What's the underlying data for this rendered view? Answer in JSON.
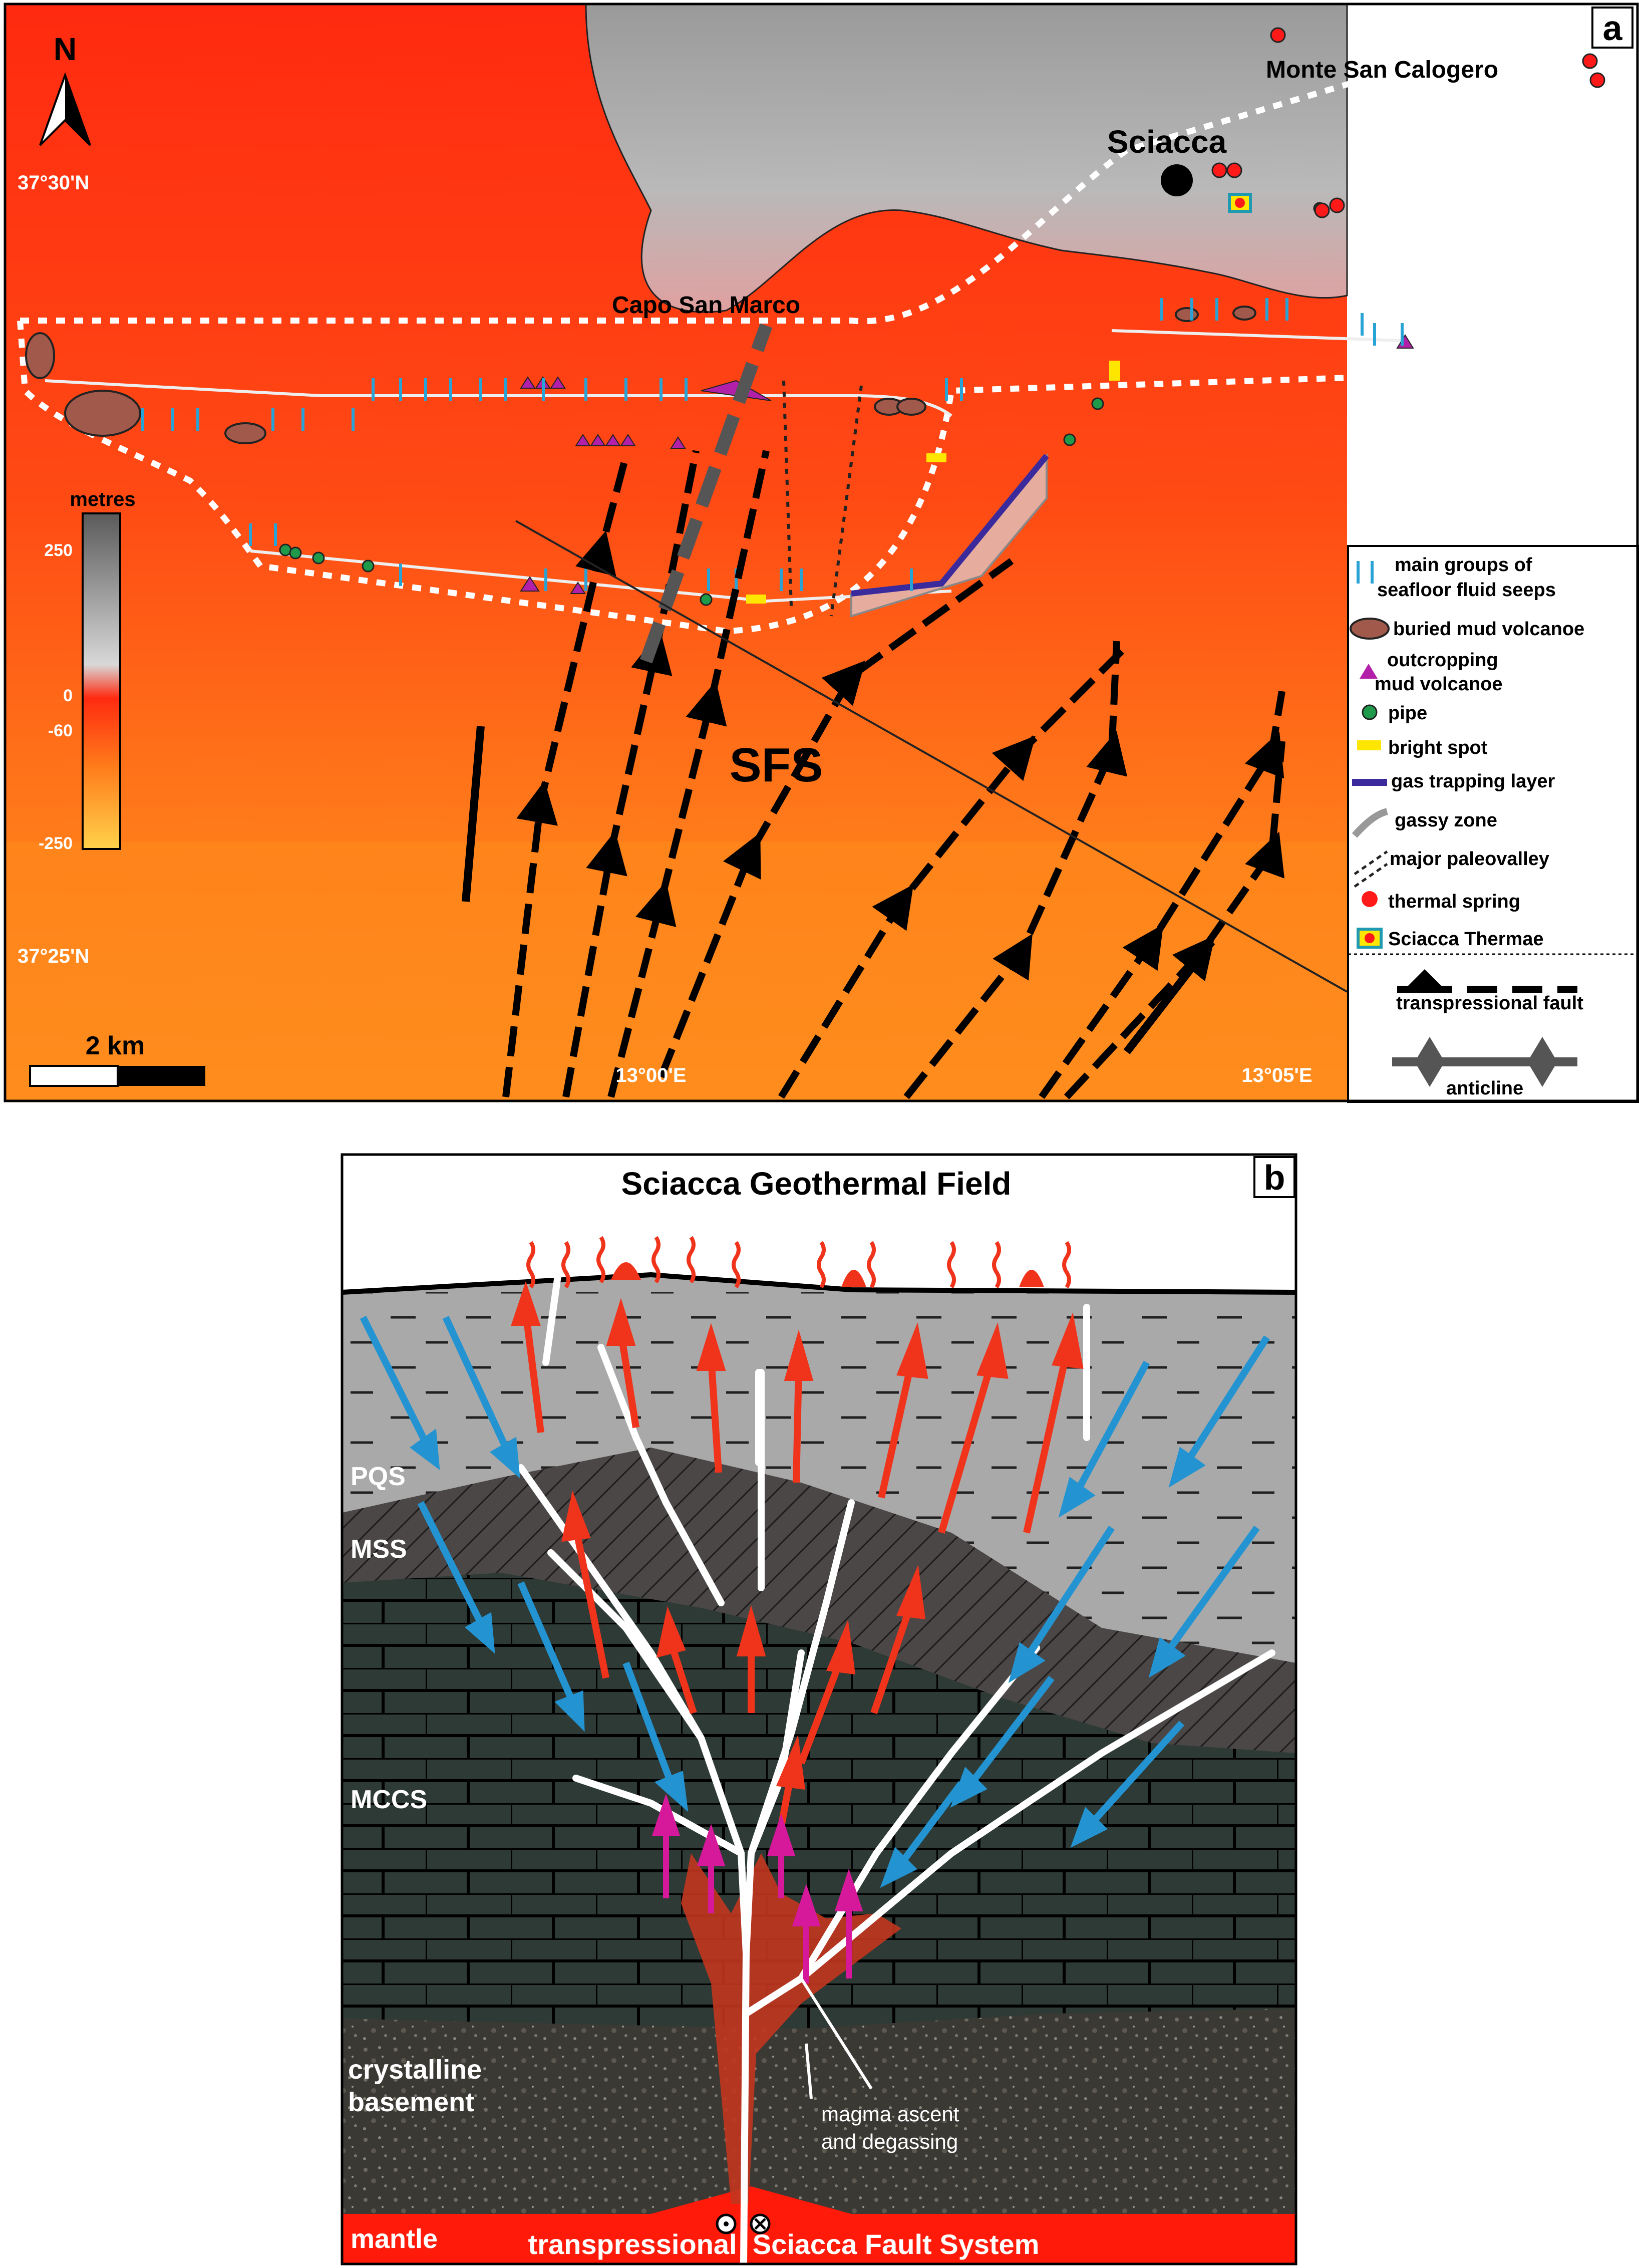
{
  "panel_a": {
    "panel_letter": "a",
    "north_letter": "N",
    "lat_labels": [
      "37°30'N",
      "37°25'N"
    ],
    "lon_labels": [
      "13°00'E",
      "13°05'E"
    ],
    "place_names": {
      "town": "Sciacca",
      "mountain": "Monte San Calogero",
      "cape": "Capo San Marco",
      "fault_system": "SFS"
    },
    "scale_bar": {
      "label": "2 km"
    },
    "depth_scale": {
      "title": "metres",
      "ticks": [
        "250",
        "0",
        "-60",
        "-250"
      ]
    },
    "legend": [
      {
        "symbol": "seep-arrows",
        "text_1": "main groups of",
        "text_2": "seafloor fluid seeps"
      },
      {
        "symbol": "buried-mud-volcano",
        "text_1": "buried mud volcanoe"
      },
      {
        "symbol": "outcropping-mud-volcano",
        "text_1": "outcropping",
        "text_2": "mud volcanoe"
      },
      {
        "symbol": "pipe",
        "text_1": "pipe"
      },
      {
        "symbol": "bright-spot",
        "text_1": "bright spot"
      },
      {
        "symbol": "gas-trapping-layer",
        "text_1": "gas trapping layer"
      },
      {
        "symbol": "gassy-zone",
        "text_1": "gassy zone"
      },
      {
        "symbol": "paleovalley",
        "text_1": "major paleovalley"
      },
      {
        "symbol": "thermal-spring",
        "text_1": "thermal spring"
      },
      {
        "symbol": "sciacca-thermae",
        "text_1": "Sciacca Thermae"
      }
    ],
    "legend_faults": {
      "fault_label": "transpressional fault",
      "anticline_label": "anticline"
    },
    "colors": {
      "sea_red": "#ff2a12",
      "sea_orange": "#ff8a1c",
      "land_gray": "#a9a9a9",
      "seep_blue": "#28a3d6",
      "mud_volcano_brown": "#a0594a",
      "outcrop_magenta": "#b21fa8",
      "pipe_green": "#1f9a4a",
      "bright_spot_yellow": "#ffe600",
      "gas_layer_blue": "#3a2a9c",
      "spring_red": "#ff1a1a"
    }
  },
  "panel_b": {
    "panel_letter": "b",
    "title": "Sciacca Geothermal Field",
    "layers": [
      "PQS",
      "MSS",
      "MCCS",
      "crystalline",
      "basement",
      "mantle"
    ],
    "annotation_1": "magma ascent",
    "annotation_2": "and degassing",
    "bottom_label": "transpressional  Sciacca Fault System",
    "colors": {
      "pqs_gray": "#a9a9a9",
      "mss_dark": "#4a4646",
      "mccs_green": "#2f3b36",
      "basement": "#3c3a36",
      "mantle_red": "#ff1a0a",
      "fluid_red": "#f0331b",
      "seawater_blue": "#2394d1",
      "magma_magenta": "#d6199a"
    }
  }
}
